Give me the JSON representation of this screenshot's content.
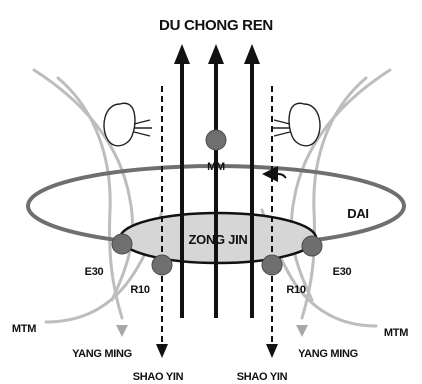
{
  "labels": {
    "title": "DU CHONG REN",
    "mm": "MM",
    "dai": "DAI",
    "zong_jin": "ZONG JIN",
    "e30_left": "E30",
    "e30_right": "E30",
    "r10_left": "R10",
    "r10_right": "R10",
    "mtm_left": "MTM",
    "mtm_right": "MTM",
    "yang_ming_left": "YANG MING",
    "yang_ming_right": "YANG MING",
    "shao_yin_left": "SHAO YIN",
    "shao_yin_right": "SHAO YIN"
  },
  "colors": {
    "dark": "#111111",
    "mid_gray": "#6f6f6f",
    "light_gray": "#bdbdbd",
    "ellipse_fill": "#d6d6d6"
  }
}
